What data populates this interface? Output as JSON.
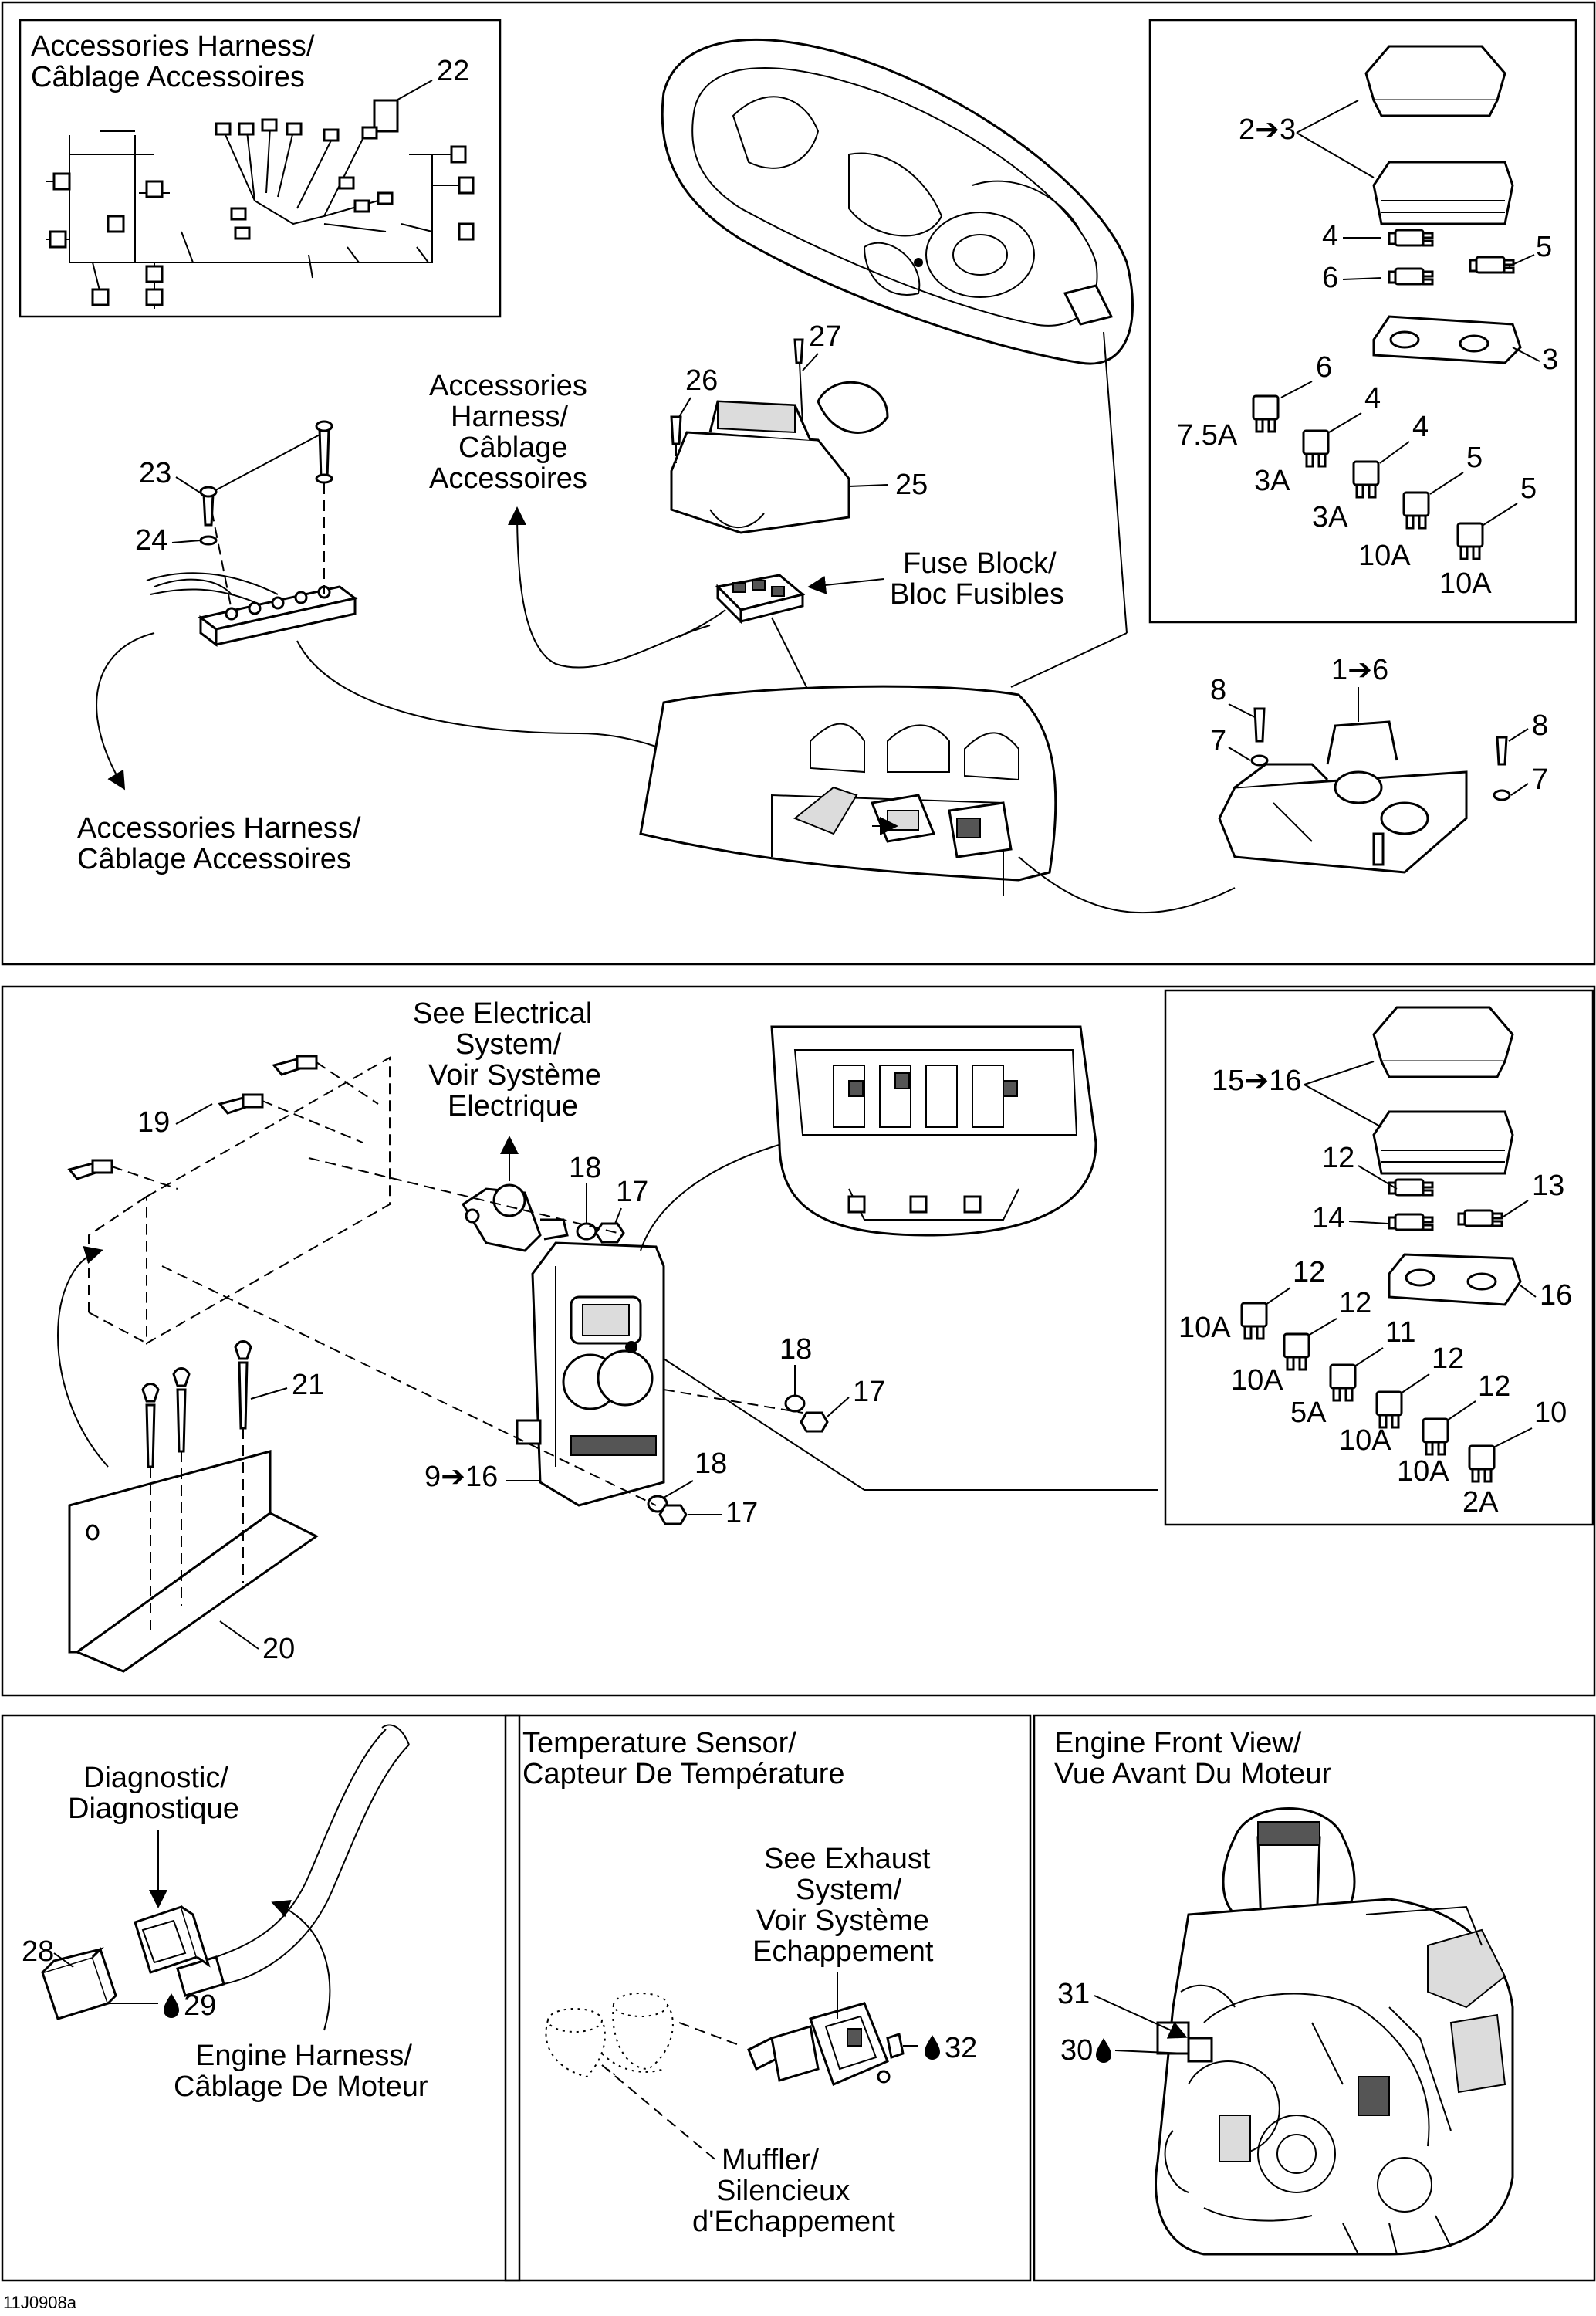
{
  "figure_ref": "11J0908a",
  "panel_accessories": {
    "harness_inset_title_1": "Accessories Harness/",
    "harness_inset_title_2": "Câblage Accessoires",
    "harness_inset_num": "22",
    "mid_label_1": "Accessories",
    "mid_label_2": "Harness/",
    "mid_label_3": "Câblage",
    "mid_label_4": "Accessoires",
    "bottom_label_1": "Accessories Harness/",
    "bottom_label_2": "Câblage Accessoires",
    "fuse_block_1": "Fuse Block/",
    "fuse_block_2": "Bloc Fusibles",
    "nums": {
      "n23": "23",
      "n24": "24",
      "n26": "26",
      "n27": "27",
      "n25": "25",
      "n8a": "8",
      "n7a": "7",
      "n8b": "8",
      "n7b": "7",
      "n1_6": "1➔6"
    },
    "fuse_inset": {
      "n2_3": "2➔3",
      "n4": "4",
      "n5": "5",
      "n6": "6",
      "n3": "3",
      "f6": "6",
      "f6a": "7.5A",
      "f4a": "4",
      "f4a_a": "3A",
      "f4b": "4",
      "f4b_a": "3A",
      "f5a": "5",
      "f5a_a": "10A",
      "f5b": "5",
      "f5b_a": "10A"
    }
  },
  "panel_electrical": {
    "see_1": "See Electrical",
    "see_2": "System/",
    "see_3": "Voir Système",
    "see_4": "Electrique",
    "nums": {
      "n19": "19",
      "n18a": "18",
      "n17a": "17",
      "n18b": "18",
      "n17b": "17",
      "n18c": "18",
      "n17c": "17",
      "n9_16": "9➔16",
      "n21": "21",
      "n20": "20"
    },
    "fuse_inset": {
      "n15_16": "15➔16",
      "n12": "12",
      "n13": "13",
      "n14": "14",
      "n16": "16",
      "f12a": "12",
      "f12a_a": "10A",
      "f12b": "12",
      "f12b_a": "10A",
      "f11": "11",
      "f11_a": "5A",
      "f12c": "12",
      "f12c_a": "10A",
      "f12d": "12",
      "f12d_a": "10A",
      "f10": "10",
      "f10_a": "2A"
    }
  },
  "panel_diagnostic": {
    "title_1": "Diagnostic/",
    "title_2": "Diagnostique",
    "n28": "28",
    "n29": "29",
    "engine_harness_1": "Engine Harness/",
    "engine_harness_2": "Câblage De Moteur"
  },
  "panel_temperature": {
    "title_1": "Temperature Sensor/",
    "title_2": "Capteur De Température",
    "see_1": "See Exhaust",
    "see_2": "System/",
    "see_3": "Voir Système",
    "see_4": "Echappement",
    "n32": "32",
    "muffler_1": "Muffler/",
    "muffler_2": "Silencieux",
    "muffler_3": "d'Echappement"
  },
  "panel_engine": {
    "title_1": "Engine Front View/",
    "title_2": "Vue Avant Du Moteur",
    "n31": "31",
    "n30": "30"
  },
  "icons": [
    "drop-icon",
    "arrow-icon"
  ]
}
